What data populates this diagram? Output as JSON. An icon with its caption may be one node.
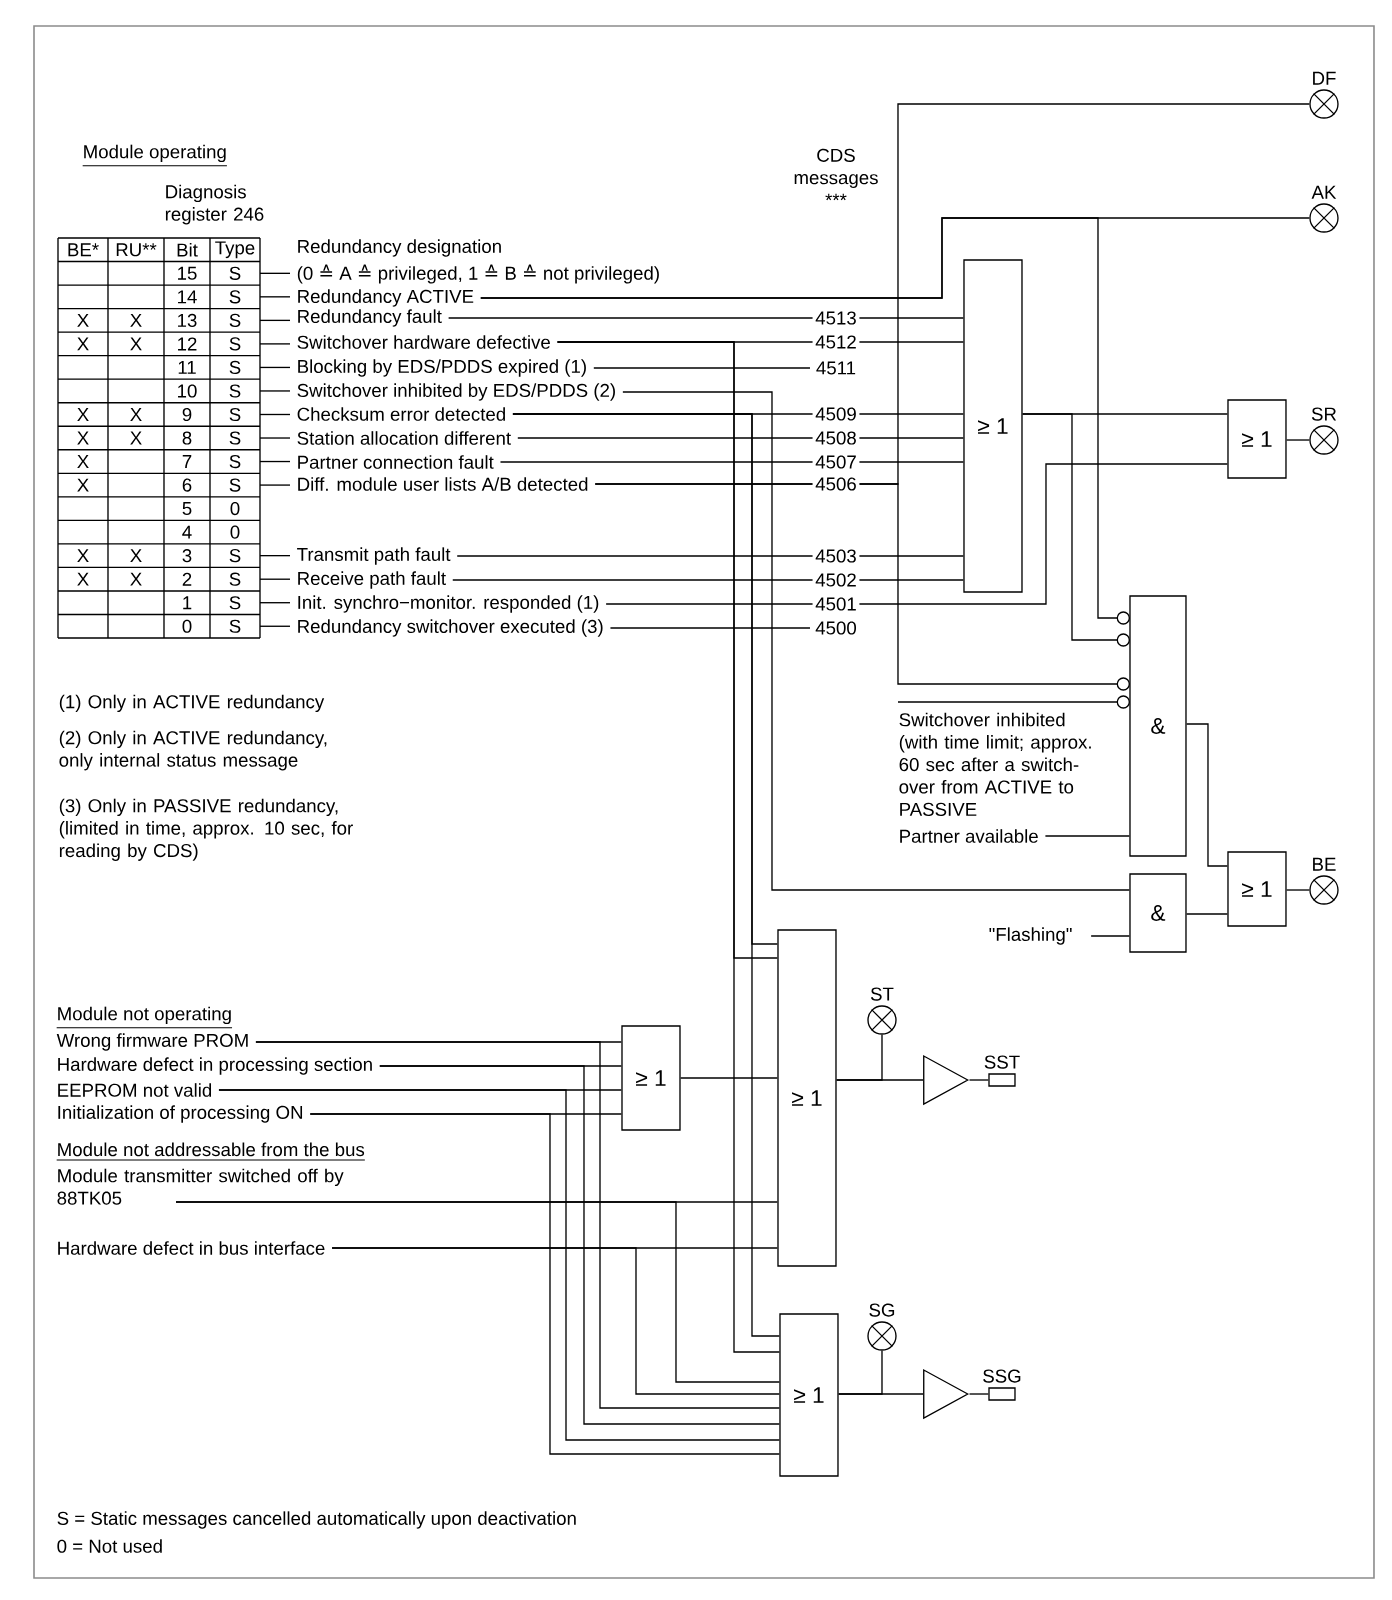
{
  "diagram": {
    "nodes": [
      {
        "text": [
          "DF"
        ]
      },
      {
        "text": [
          "AK"
        ]
      },
      {
        "text": [
          "Redundancy ACTIVE"
        ]
      },
      {
        "text": [
          "Redundancy fault"
        ]
      },
      {
        "text": [
          "Switchover hardware defective"
        ]
      },
      {
        "text": [
          "Blocking by EDS/PDDS expired (1)"
        ]
      },
      {
        "text": [
          "Switchover inhibited by EDS/PDDS (2)"
        ]
      },
      {
        "text": [
          "Checksum error detected"
        ]
      },
      {
        "text": [
          "Station allocation different"
        ]
      },
      {
        "text": [
          "Partner connection fault"
        ]
      },
      {
        "text": [
          "Diff. module user lists A/B detected"
        ]
      },
      {
        "text": [
          "Transmit path fault"
        ]
      },
      {
        "text": [
          "Receive path fault"
        ]
      },
      {
        "text": [
          "Init. synchro−monitor. responded (1)"
        ]
      },
      {
        "text": [
          "Redundancy switchover executed (3)"
        ]
      },
      {
        "text": [
          "≥ 1"
        ]
      },
      {
        "text": [
          "≥ 1"
        ]
      },
      {
        "text": [
          "SR"
        ]
      },
      {
        "text": [
          "&"
        ]
      },
      {
        "text": [
          "Switchover inhibited (with time limit; approx. 60 sec after a switch-over from ACTIVE to PASSIVE"
        ]
      },
      {
        "text": [
          "Partner available"
        ]
      },
      {
        "text": [
          "&"
        ]
      },
      {
        "text": [
          "\"Flashing\""
        ]
      },
      {
        "text": [
          "≥ 1"
        ]
      },
      {
        "text": [
          "BE"
        ]
      },
      {
        "text": [
          "Wrong firmware PROM"
        ]
      },
      {
        "text": [
          "Hardware defect in processing section"
        ]
      },
      {
        "text": [
          "EEPROM not valid"
        ]
      },
      {
        "text": [
          "Initialization of processing ON"
        ]
      },
      {
        "text": [
          "Module transmitter switched off by 88TK05"
        ]
      },
      {
        "text": [
          "Hardware defect in bus interface"
        ]
      },
      {
        "text": [
          "≥ 1"
        ]
      },
      {
        "text": [
          "≥ 1"
        ]
      },
      {
        "text": [
          "ST"
        ]
      },
      {
        "text": [],
        "shape": "triangle"
      },
      {
        "text": [
          "SST"
        ]
      },
      {
        "text": [
          "≥ 1"
        ]
      },
      {
        "text": [
          "SG"
        ]
      },
      {
        "text": [],
        "shape": "triangle"
      },
      {
        "text": [
          "SSG"
        ]
      }
    ],
    "edges": [
      {
        "from": 2,
        "to": 1,
        "arrow": "none"
      },
      {
        "from": 2,
        "to": 18,
        "arrow": "none"
      },
      {
        "from": 3,
        "to": 15,
        "arrow": "none",
        "label": "4513"
      },
      {
        "from": 4,
        "to": 15,
        "arrow": "none",
        "label": "4512"
      },
      {
        "from": 4,
        "to": 32,
        "arrow": "none"
      },
      {
        "from": 4,
        "to": 36,
        "arrow": "none"
      },
      {
        "from": 5,
        "to": null,
        "arrow": "none",
        "label": "4511"
      },
      {
        "from": 6,
        "to": 21,
        "arrow": "none"
      },
      {
        "from": 7,
        "to": 15,
        "arrow": "none",
        "label": "4509"
      },
      {
        "from": 7,
        "to": 32,
        "arrow": "none"
      },
      {
        "from": 7,
        "to": 36,
        "arrow": "none"
      },
      {
        "from": 8,
        "to": 15,
        "arrow": "none",
        "label": "4508"
      },
      {
        "from": 9,
        "to": 15,
        "arrow": "none",
        "label": "4507"
      },
      {
        "from": 10,
        "to": 0,
        "arrow": "none",
        "label": "4506"
      },
      {
        "from": 10,
        "to": 18,
        "arrow": "none"
      },
      {
        "from": 11,
        "to": 15,
        "arrow": "none",
        "label": "4503"
      },
      {
        "from": 12,
        "to": 15,
        "arrow": "none",
        "label": "4502"
      },
      {
        "from": 13,
        "to": 16,
        "arrow": "none",
        "label": "4501"
      },
      {
        "from": 14,
        "to": null,
        "arrow": "none",
        "label": "4500"
      },
      {
        "from": 15,
        "to": 16,
        "arrow": "none"
      },
      {
        "from": 15,
        "to": 18,
        "arrow": "none"
      },
      {
        "from": 16,
        "to": 17,
        "arrow": "none"
      },
      {
        "from": 19,
        "to": 18,
        "arrow": "none"
      },
      {
        "from": 20,
        "to": 18,
        "arrow": "none"
      },
      {
        "from": 18,
        "to": 23,
        "arrow": "none"
      },
      {
        "from": 22,
        "to": 21,
        "arrow": "none"
      },
      {
        "from": 21,
        "to": 23,
        "arrow": "none"
      },
      {
        "from": 23,
        "to": 24,
        "arrow": "none"
      },
      {
        "from": 25,
        "to": 31,
        "arrow": "none"
      },
      {
        "from": 26,
        "to": 31,
        "arrow": "none"
      },
      {
        "from": 27,
        "to": 31,
        "arrow": "none"
      },
      {
        "from": 28,
        "to": 31,
        "arrow": "none"
      },
      {
        "from": 25,
        "to": 36,
        "arrow": "none"
      },
      {
        "from": 26,
        "to": 36,
        "arrow": "none"
      },
      {
        "from": 27,
        "to": 36,
        "arrow": "none"
      },
      {
        "from": 28,
        "to": 36,
        "arrow": "none"
      },
      {
        "from": 29,
        "to": 32,
        "arrow": "none"
      },
      {
        "from": 29,
        "to": 36,
        "arrow": "none"
      },
      {
        "from": 30,
        "to": 32,
        "arrow": "none"
      },
      {
        "from": 30,
        "to": 36,
        "arrow": "none"
      },
      {
        "from": 31,
        "to": 32,
        "arrow": "none"
      },
      {
        "from": 32,
        "to": 34,
        "arrow": "none"
      },
      {
        "from": 32,
        "to": 33,
        "arrow": "none"
      },
      {
        "from": 34,
        "to": 35,
        "arrow": "none"
      },
      {
        "from": 36,
        "to": 38,
        "arrow": "none"
      },
      {
        "from": 36,
        "to": 37,
        "arrow": "none"
      },
      {
        "from": 38,
        "to": 39,
        "arrow": "none"
      }
    ],
    "labels": [
      "Module operating",
      "CDS messages ***",
      "Diagnosis register 246",
      "BE*",
      "RU**",
      "Bit",
      "Type",
      "15",
      "S",
      "14",
      "S",
      "X",
      "X",
      "13",
      "S",
      "X",
      "X",
      "12",
      "S",
      "11",
      "S",
      "10",
      "S",
      "X",
      "X",
      "9",
      "S",
      "X",
      "X",
      "8",
      "S",
      "X",
      "7",
      "S",
      "X",
      "6",
      "S",
      "5",
      "0",
      "4",
      "0",
      "X",
      "X",
      "3",
      "S",
      "X",
      "X",
      "2",
      "S",
      "1",
      "S",
      "0",
      "S",
      "Redundancy designation",
      "(0 ≙ A ≙ privileged, 1 ≙ B ≙ not privileged)",
      "(1) Only in ACTIVE redundancy",
      "(2) Only in ACTIVE redundancy, only internal status message",
      "(3) Only in PASSIVE redundancy, (limited in time, approx. 10 sec, for reading by CDS)",
      "Module not operating",
      "Module not addressable from the bus",
      "S = Static messages cancelled automatically upon deactivation",
      "0 = Not used"
    ]
  }
}
